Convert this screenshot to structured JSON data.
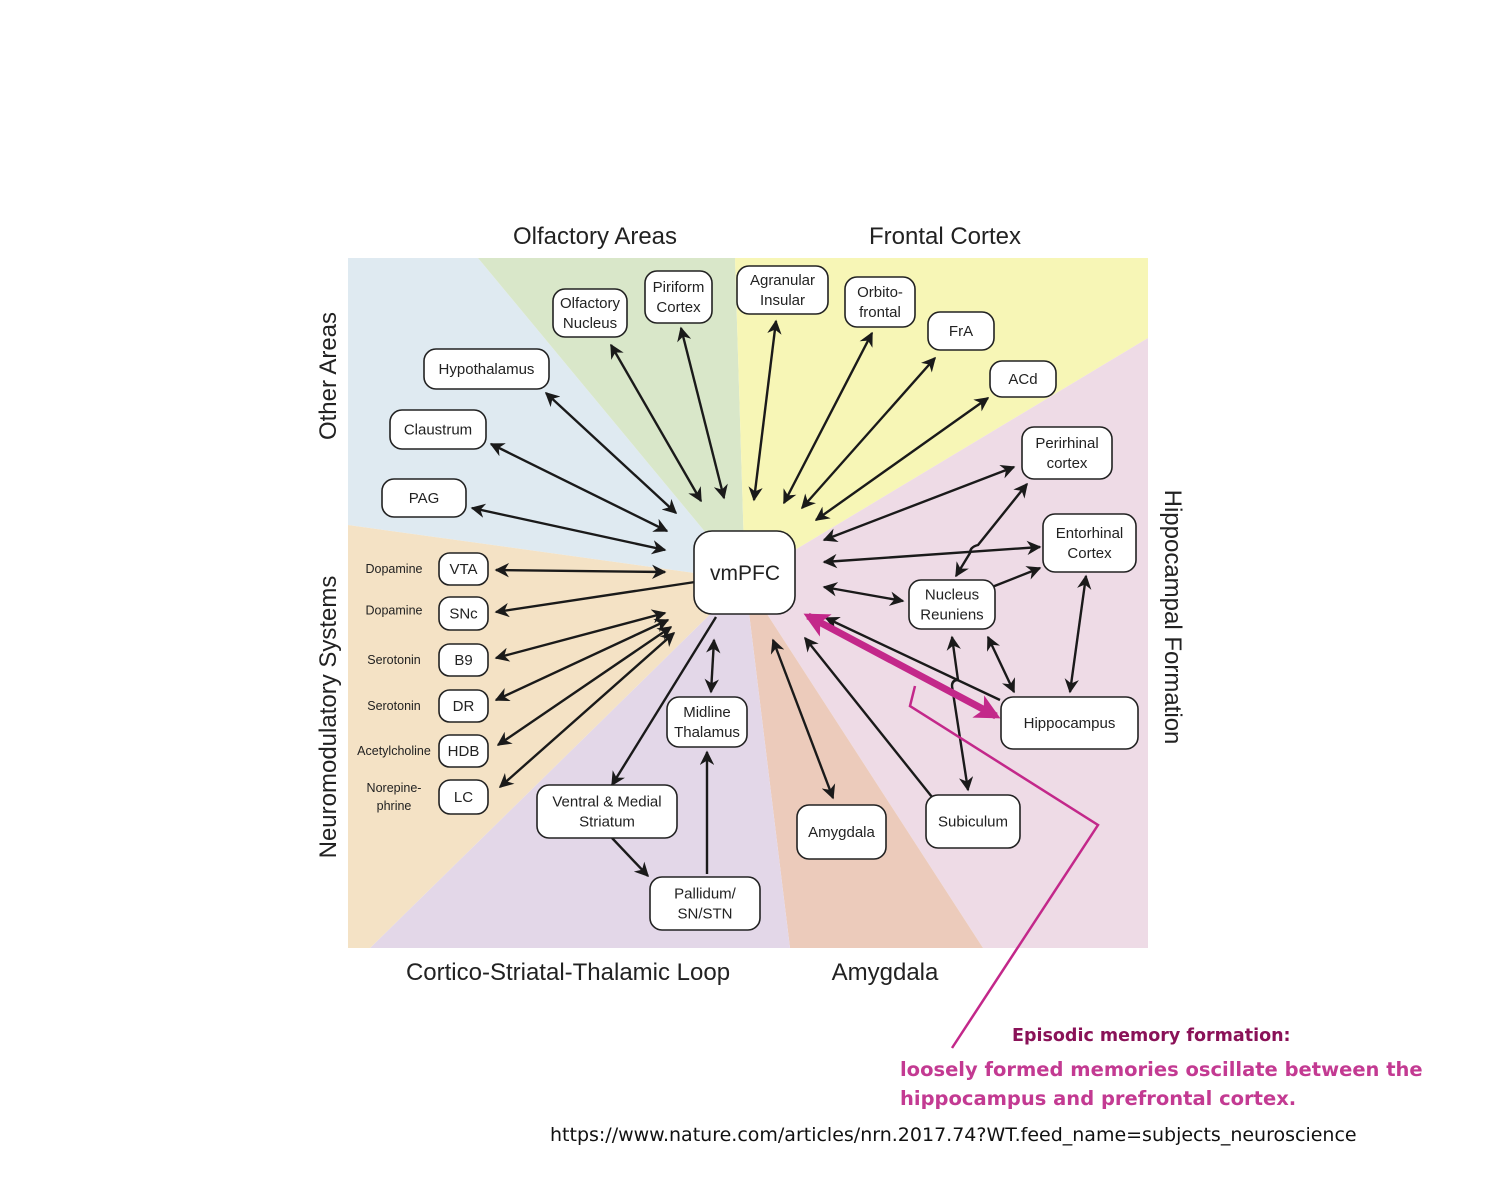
{
  "regions": [
    {
      "id": "other-areas",
      "label": "Other Areas",
      "color": "#dfeaf1"
    },
    {
      "id": "olfactory-areas",
      "label": "Olfactory Areas",
      "color": "#d9e7c9"
    },
    {
      "id": "frontal-cortex",
      "label": "Frontal Cortex",
      "color": "#f7f6b6"
    },
    {
      "id": "hippocampal-formation",
      "label": "Hippocampal Formation",
      "color": "#eedbe6"
    },
    {
      "id": "amygdala",
      "label": "Amygdala",
      "color": "#eccbbb"
    },
    {
      "id": "cortico-striatal-thalamic-loop",
      "label": "Cortico-Striatal-Thalamic Loop",
      "color": "#e3d7e8"
    },
    {
      "id": "neuromodulatory-systems",
      "label": "Neuromodulatory Systems",
      "color": "#f4e2c5"
    }
  ],
  "center": {
    "label": "vmPFC"
  },
  "nodes": {
    "olfactory_nucleus": [
      "Olfactory",
      "Nucleus"
    ],
    "piriform_cortex": [
      "Piriform",
      "Cortex"
    ],
    "hypothalamus": [
      "Hypothalamus"
    ],
    "claustrum": [
      "Claustrum"
    ],
    "pag": [
      "PAG"
    ],
    "agranular_insular": [
      "Agranular",
      "Insular"
    ],
    "orbitofrontal": [
      "Orbito-",
      "frontal"
    ],
    "fra": [
      "FrA"
    ],
    "acd": [
      "ACd"
    ],
    "perirhinal_cortex": [
      "Perirhinal",
      "cortex"
    ],
    "entorhinal_cortex": [
      "Entorhinal",
      "Cortex"
    ],
    "nucleus_reuniens": [
      "Nucleus",
      "Reuniens"
    ],
    "hippocampus": [
      "Hippocampus"
    ],
    "subiculum": [
      "Subiculum"
    ],
    "amygdala": [
      "Amygdala"
    ],
    "midline_thalamus": [
      "Midline",
      "Thalamus"
    ],
    "ventral_medial_striatum": [
      "Ventral & Medial",
      "Striatum"
    ],
    "pallidum": [
      "Pallidum/",
      "SN/STN"
    ],
    "vta": [
      "VTA"
    ],
    "snc": [
      "SNc"
    ],
    "b9": [
      "B9"
    ],
    "dr": [
      "DR"
    ],
    "hdb": [
      "HDB"
    ],
    "lc": [
      "LC"
    ]
  },
  "neurotransmitters": {
    "vta": [
      "Dopamine"
    ],
    "snc": [
      "Dopamine"
    ],
    "b9": [
      "Serotonin"
    ],
    "dr": [
      "Serotonin"
    ],
    "hdb": [
      "Acetylcholine"
    ],
    "lc": [
      "Norepine-",
      "phrine"
    ]
  },
  "highlight": {
    "color": "#c3288a",
    "from": "vmPFC",
    "to": "Hippocampus"
  },
  "caption": {
    "title": "Episodic memory formation:",
    "line1": "loosely formed memories oscillate between the",
    "line2": "hippocampus and prefrontal cortex."
  },
  "source_url": "https://www.nature.com/articles/nrn.2017.74?WT.feed_name=subjects_neuroscience"
}
